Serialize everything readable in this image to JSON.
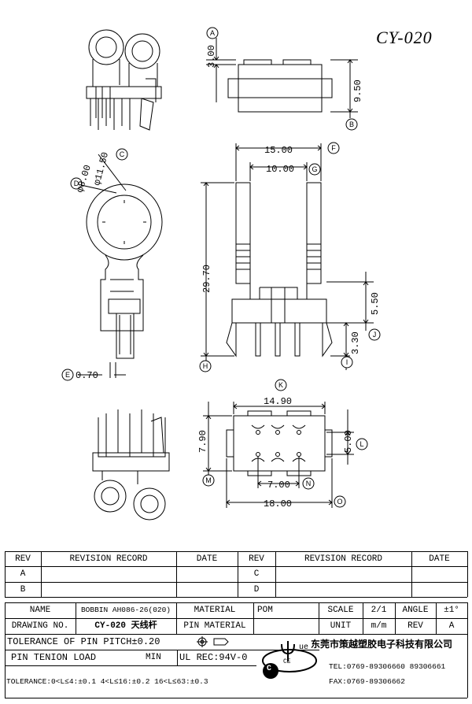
{
  "model": "CY-020",
  "dims": {
    "a": "3.00",
    "b": "9.50",
    "f": "15.00",
    "g": "10.00",
    "c": "φ11.50",
    "d": "φ8.00",
    "h": "29.70",
    "i_top": "5.50",
    "j": "3.30",
    "e": "0.70",
    "k": "14.90",
    "l": "5.00",
    "m": "7.90",
    "n": "7.00",
    "o": "18.00"
  },
  "markers": [
    "A",
    "B",
    "C",
    "D",
    "E",
    "F",
    "G",
    "H",
    "I",
    "J",
    "K",
    "L",
    "M",
    "N",
    "O"
  ],
  "revision": {
    "headers": [
      "REV",
      "REVISION RECORD",
      "DATE",
      "REV",
      "REVISION RECORD",
      "DATE"
    ],
    "rows": [
      [
        "A",
        "",
        "",
        "C",
        "",
        ""
      ],
      [
        "B",
        "",
        "",
        "D",
        "",
        ""
      ]
    ]
  },
  "titleblock": {
    "name_label": "NAME",
    "name_value": "BOBBIN AH086-26(020)",
    "material_label": "MATERIAL",
    "material_value": "POM",
    "scale_label": "SCALE",
    "scale_value": "2/1",
    "angle_label": "ANGLE",
    "angle_value": "±1°",
    "drawing_no_label": "DRAWING NO.",
    "drawing_no_value": "CY-020 天线杆",
    "pin_material_label": "PIN MATERIAL",
    "unit_label": "UNIT",
    "unit_value": "m/m",
    "rev_label": "REV",
    "rev_value": "A",
    "tol_pitch": "TOLERANCE OF PIN PITCH±0.20",
    "pin_tension_label": "PIN TENION LOAD",
    "pin_tension_min": "MIN",
    "ul_rec": "UL REC:94V-0",
    "tolerance_line": "TOLERANCE:0<L≤4:±0.1  4<L≤16:±0.2  16<L≤63:±0.3",
    "company": "东莞市策越塑胶电子科技有限公司",
    "tel": "TEL:0769-89306660 89306661",
    "fax": "FAX:0769-89306662",
    "logo_letters": "ue",
    "logo_ring": "CE",
    "logo_small": "C"
  }
}
